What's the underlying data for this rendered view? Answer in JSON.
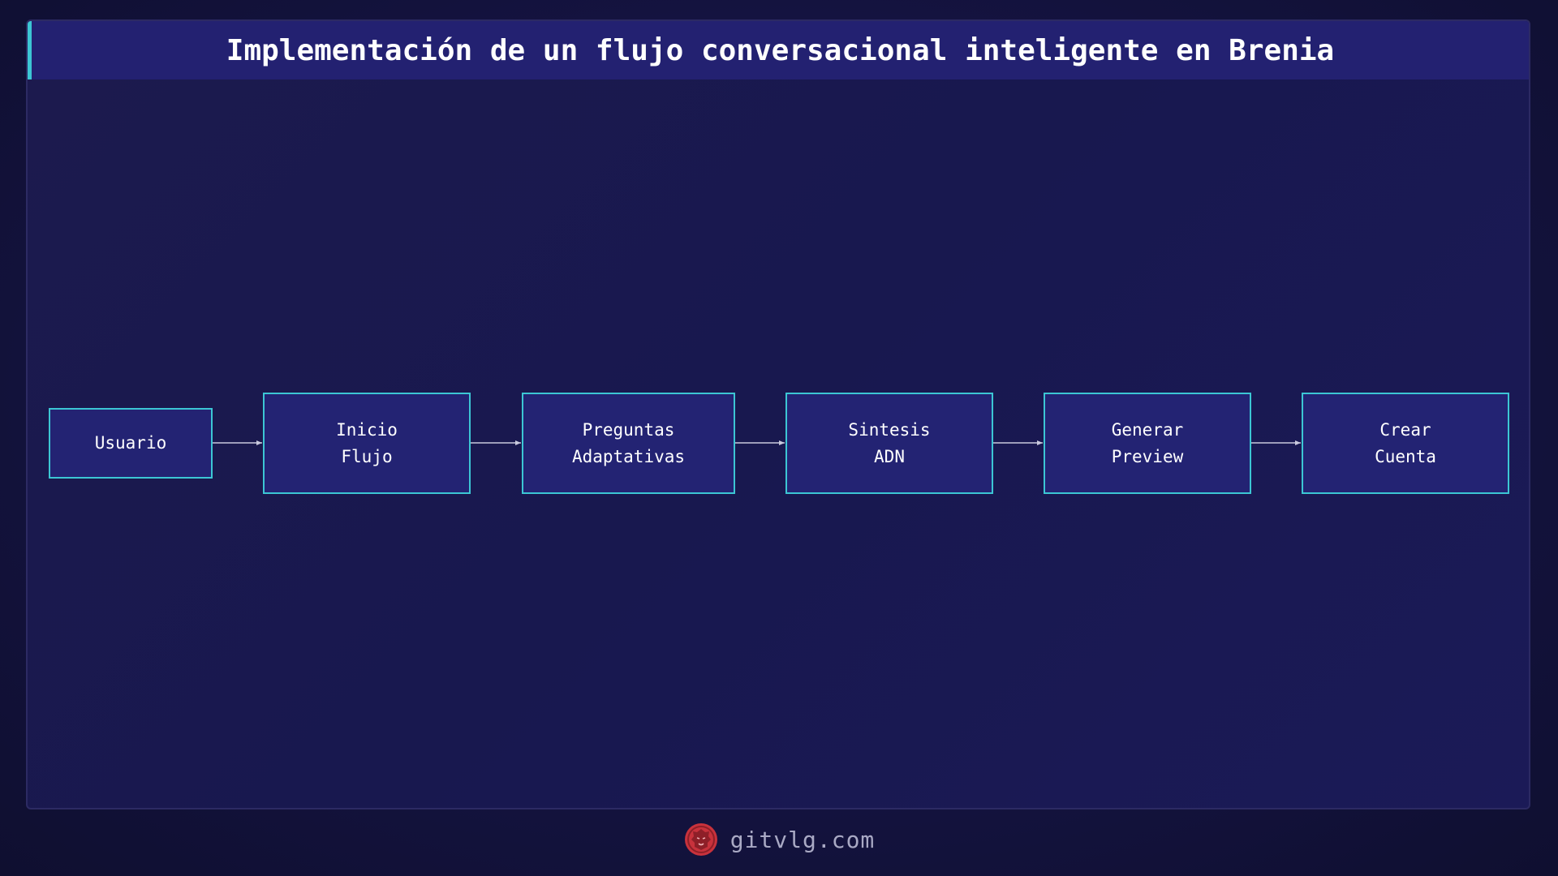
{
  "title": "Implementación de un flujo conversacional inteligente en Brenia",
  "diagram": {
    "nodes": [
      {
        "id": "usuario",
        "lines": [
          "Usuario"
        ]
      },
      {
        "id": "inicio-flujo",
        "lines": [
          "Inicio",
          "Flujo"
        ]
      },
      {
        "id": "preguntas-adaptativas",
        "lines": [
          "Preguntas",
          "Adaptativas"
        ]
      },
      {
        "id": "sintesis-adn",
        "lines": [
          "Sintesis",
          "ADN"
        ]
      },
      {
        "id": "generar-preview",
        "lines": [
          "Generar",
          "Preview"
        ]
      },
      {
        "id": "crear-cuenta",
        "lines": [
          "Crear",
          "Cuenta"
        ]
      }
    ],
    "edges": [
      {
        "from": "usuario",
        "to": "inicio-flujo"
      },
      {
        "from": "inicio-flujo",
        "to": "preguntas-adaptativas"
      },
      {
        "from": "preguntas-adaptativas",
        "to": "sintesis-adn"
      },
      {
        "from": "sintesis-adn",
        "to": "generar-preview"
      },
      {
        "from": "generar-preview",
        "to": "crear-cuenta"
      }
    ]
  },
  "footer": {
    "site": "gitvlg.com",
    "logo_icon": "lion-head-icon"
  },
  "colors": {
    "node_fill": "#232373",
    "node_border": "#3cc6d4",
    "edge": "#c9c9dd",
    "title_accent": "#3cc6d4",
    "logo": "#c8323c"
  }
}
